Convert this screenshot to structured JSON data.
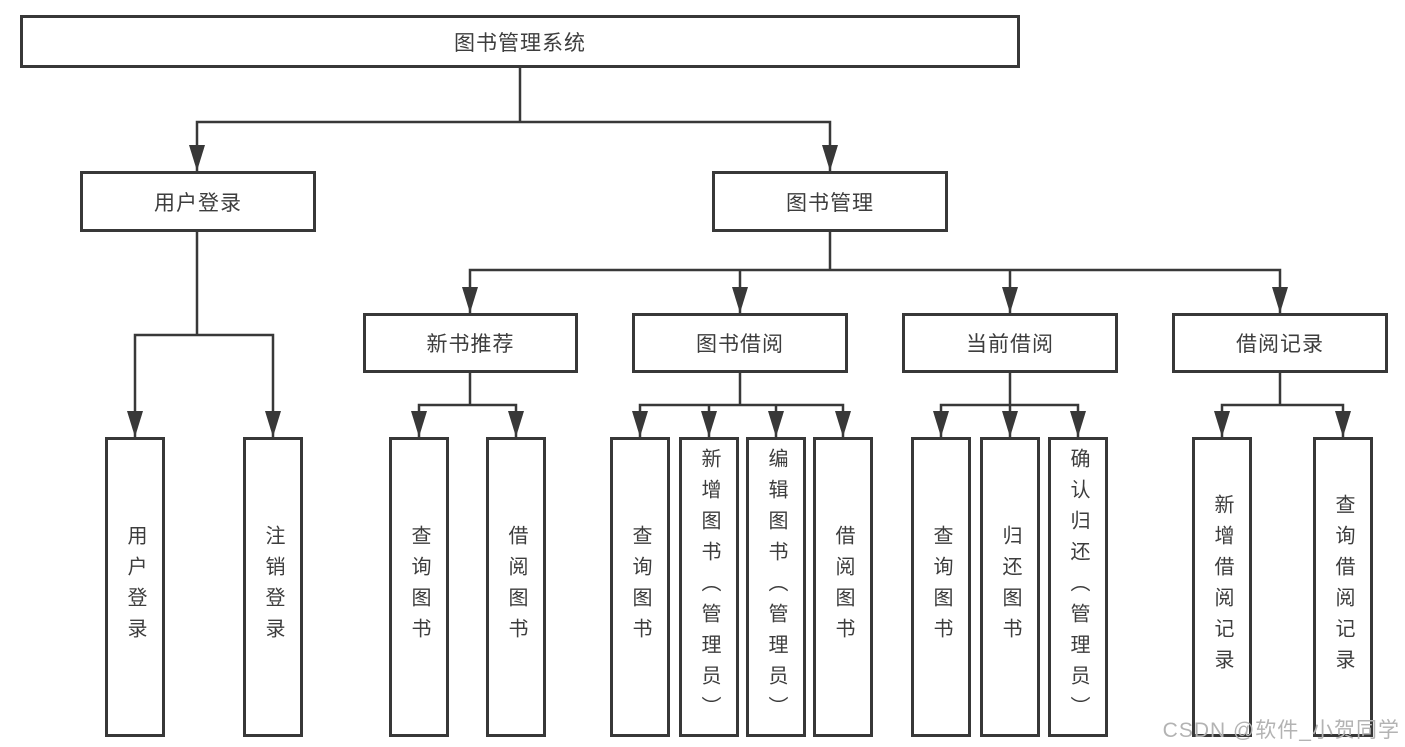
{
  "diagram": {
    "root": {
      "label": "图书管理系统"
    },
    "branches": [
      {
        "label": "用户登录",
        "children": [
          {
            "label": "用户登录"
          },
          {
            "label": "注销登录"
          }
        ]
      },
      {
        "label": "图书管理",
        "children": [
          {
            "label": "新书推荐",
            "children": [
              {
                "label": "查询图书"
              },
              {
                "label": "借阅图书"
              }
            ]
          },
          {
            "label": "图书借阅",
            "children": [
              {
                "label": "查询图书"
              },
              {
                "label": "新增图书（管理员）"
              },
              {
                "label": "编辑图书（管理员）"
              },
              {
                "label": "借阅图书"
              }
            ]
          },
          {
            "label": "当前借阅",
            "children": [
              {
                "label": "查询图书"
              },
              {
                "label": "归还图书"
              },
              {
                "label": "确认归还（管理员）"
              }
            ]
          },
          {
            "label": "借阅记录",
            "children": [
              {
                "label": "新增借阅记录"
              },
              {
                "label": "查询借阅记录"
              }
            ]
          }
        ]
      }
    ]
  },
  "watermark": {
    "text": "CSDN @软件_小贺同学"
  },
  "colors": {
    "line": "#383838",
    "box_border": "#383838",
    "text": "#3d3d3d",
    "watermark": "#b3b3b3",
    "background": "#ffffff"
  }
}
